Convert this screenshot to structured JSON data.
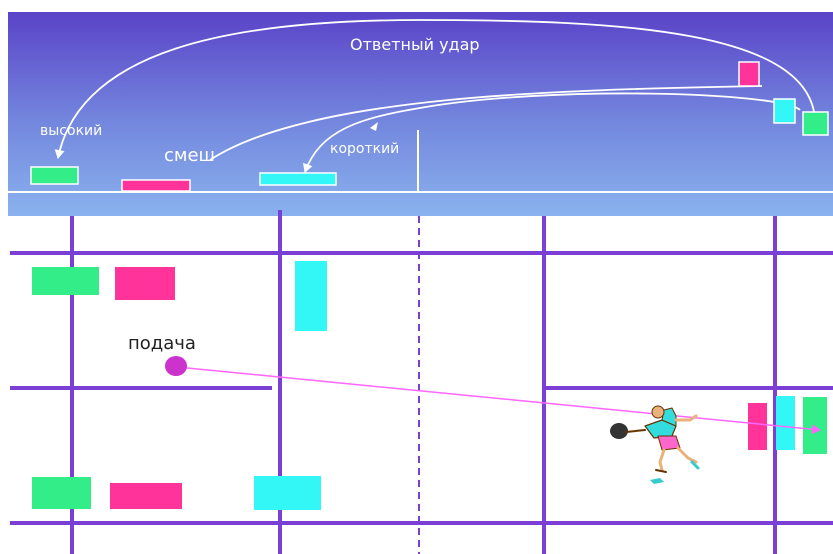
{
  "labels": {
    "return_shot": "Ответный удар",
    "high": "высокий",
    "smash": "смеш",
    "short": "короткий",
    "serve": "подача"
  },
  "colors": {
    "sky_top": "#5a43c8",
    "sky_bottom": "#8ab0ec",
    "court_line": "#7b3fd6",
    "green": "#33ee88",
    "pink": "#ff3399",
    "cyan": "#33f7f7",
    "serve_ball": "#cc33cc",
    "serve_path": "#ff66ff"
  },
  "icons": {
    "player": "badminton-player-icon",
    "shuttle": "shuttlecock-icon"
  }
}
